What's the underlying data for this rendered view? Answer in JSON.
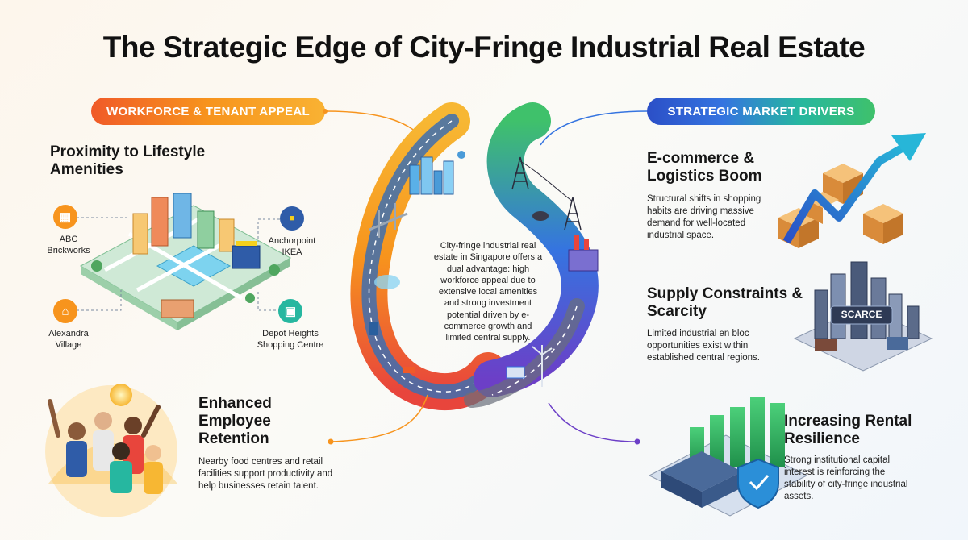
{
  "title": "The Strategic Edge of City-Fringe Industrial Real Estate",
  "left_pill": "WORKFORCE & TENANT APPEAL",
  "right_pill": "STRATEGIC MARKET DRIVERS",
  "center_text": "City-fringe industrial real estate in Singapore offers a dual advantage: high workforce appeal due to extensive local amenities and strong investment potential driven by e-commerce growth and limited central supply.",
  "left": {
    "amenities": {
      "heading": "Proximity to Lifestyle Amenities",
      "places": [
        {
          "label": "ABC Brickworks",
          "icon": "building-icon"
        },
        {
          "label": "Anchorpoint IKEA",
          "icon": "ikea-store-icon"
        },
        {
          "label": "Alexandra Village",
          "icon": "house-icon"
        },
        {
          "label": "Depot Heights Shopping Centre",
          "icon": "shop-icon"
        }
      ]
    },
    "retention": {
      "heading": "Enhanced Employee Retention",
      "body": "Nearby food centres and retail facilities support productivity and help businesses retain talent."
    }
  },
  "right": {
    "ecommerce": {
      "heading": "E-commerce & Logistics Boom",
      "body": "Structural shifts in shopping habits are driving massive demand for well-located industrial space."
    },
    "supply": {
      "heading": "Supply Constraints & Scarcity",
      "body": "Limited industrial en bloc opportunities exist within established central regions.",
      "sign": "SCARCE"
    },
    "rental": {
      "heading": "Increasing Rental Resilience",
      "body": "Strong institutional capital interest is reinforcing the stability of city-fringe industrial assets."
    }
  },
  "colors": {
    "left_accent": "#f7941d",
    "right_accent": "#3574e0",
    "green_accent": "#3fc16b"
  }
}
